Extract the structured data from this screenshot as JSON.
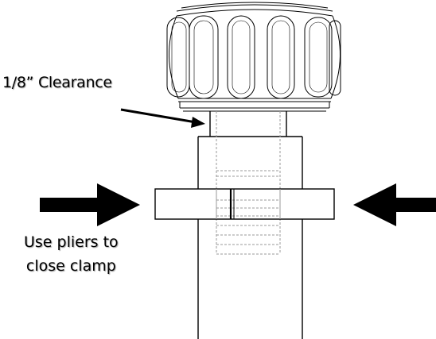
{
  "annotations": {
    "clearance": "1/8” Clearance",
    "pliers_line1": "Use pliers to",
    "pliers_line2": "close clamp"
  },
  "colors": {
    "line": "#000000",
    "hidden_line": "#9a9a9a",
    "background": "#ffffff"
  },
  "icons": [
    "arrow-right-icon",
    "arrow-left-icon",
    "leader-arrow-icon"
  ]
}
